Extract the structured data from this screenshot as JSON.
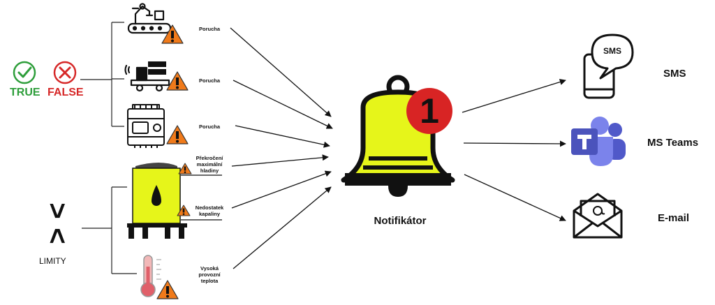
{
  "boolean_group": {
    "true_label": "TRUE",
    "false_label": "FALSE",
    "true_color": "#2e9e3b",
    "false_color": "#d62828"
  },
  "limits_group": {
    "symbol_greater": ">",
    "symbol_less": "<",
    "label": "LIMITY"
  },
  "inputs": [
    {
      "icon": "robot-conveyor-icon",
      "label": "Porucha"
    },
    {
      "icon": "truck-loader-icon",
      "label": "Porucha"
    },
    {
      "icon": "control-unit-icon",
      "label": "Porucha"
    },
    {
      "icon": "tank-icon",
      "label": "Překročení maximální hladiny"
    },
    {
      "icon": "tank-icon",
      "label": "Nedostatek kapaliny"
    },
    {
      "icon": "thermometer-icon",
      "label": "Vysoká provozní teplota"
    }
  ],
  "notifier": {
    "label": "Notifikátor",
    "badge_count": "1",
    "bell_color": "#e6f51a",
    "badge_color": "#d82424"
  },
  "outputs": [
    {
      "icon": "sms-phone-icon",
      "label": "SMS"
    },
    {
      "icon": "ms-teams-icon",
      "label": "MS Teams"
    },
    {
      "icon": "email-envelope-icon",
      "label": "E-mail"
    }
  ],
  "colors": {
    "warning_orange": "#f07a1a",
    "tank_yellow": "#e6f51a",
    "teams_purple": "#5059c9"
  }
}
